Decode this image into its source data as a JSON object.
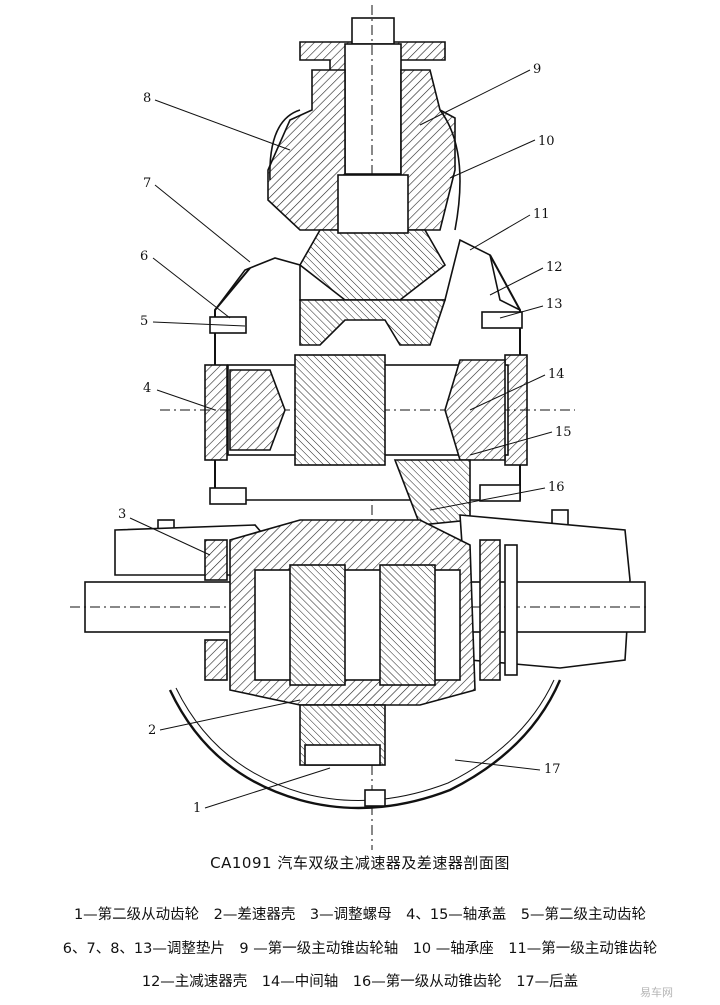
{
  "callouts": [
    {
      "id": "n1",
      "text": "1"
    },
    {
      "id": "n2",
      "text": "2"
    },
    {
      "id": "n3",
      "text": "3"
    },
    {
      "id": "n4",
      "text": "4"
    },
    {
      "id": "n5",
      "text": "5"
    },
    {
      "id": "n6",
      "text": "6"
    },
    {
      "id": "n7",
      "text": "7"
    },
    {
      "id": "n8",
      "text": "8"
    },
    {
      "id": "n9",
      "text": "9"
    },
    {
      "id": "n10",
      "text": "10"
    },
    {
      "id": "n11",
      "text": "11"
    },
    {
      "id": "n12",
      "text": "12"
    },
    {
      "id": "n13",
      "text": "13"
    },
    {
      "id": "n14",
      "text": "14"
    },
    {
      "id": "n15",
      "text": "15"
    },
    {
      "id": "n16",
      "text": "16"
    },
    {
      "id": "n17",
      "text": "17"
    }
  ],
  "caption": "CA1091 汽车双级主减速器及差速器剖面图",
  "legend": [
    "1—第二级从动齿轮　2—差速器壳　3—调整螺母　4、15—轴承盖　5—第二级主动齿轮",
    "6、7、8、13—调整垫片　9 —第一级主动锥齿轮轴　10 —轴承座　11—第一级主动锥齿轮",
    "12—主减速器壳　14—中间轴　16—第一级从动锥齿轮　17—后盖"
  ],
  "watermark": "易车网"
}
